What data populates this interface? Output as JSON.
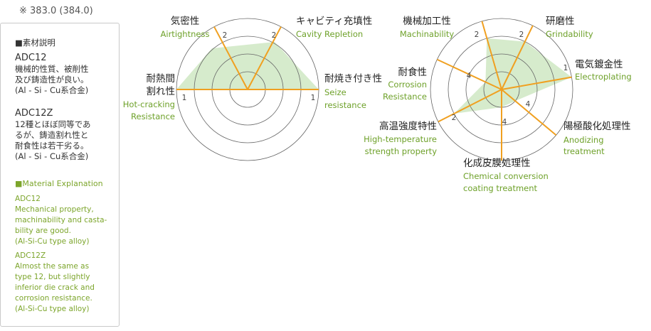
{
  "header": {
    "code": "※ 383.0 (384.0)"
  },
  "panel": {
    "jp_heading": "■素材説明",
    "jp_items": [
      {
        "name": "ADC12",
        "lines": [
          "機械的性質、被削性",
          "及び鋳造性が良い。",
          "(Al - Si - Cu系合金)"
        ]
      },
      {
        "name": "ADC12Z",
        "lines": [
          "12種とほぼ同等であ",
          "るが、鋳造割れ性と",
          "耐食性は若干劣る。",
          "(Al - Si - Cu系合金)"
        ]
      }
    ],
    "en_heading": "■Material Explanation",
    "en_items": [
      {
        "name": "ADC12",
        "lines": [
          "Mechanical property,",
          "machinability and casta-",
          "bility are good.",
          "(Al-Si-Cu type alloy)"
        ]
      },
      {
        "name": "ADC12Z",
        "lines": [
          "Almost the same as",
          "type 12, but slightly",
          "inferior die crack  and",
          "corrosion resistance.",
          "(Al-Si-Cu type alloy)"
        ]
      }
    ]
  },
  "chart_data": [
    {
      "type": "radar",
      "rings": 4,
      "axis_order_note": "",
      "axes": [
        {
          "jp": "気密性",
          "en": "Airtightness",
          "value": 2,
          "tick": "2"
        },
        {
          "jp": "キャビティ充填性",
          "en": "Cavity Repletion",
          "value": 2,
          "tick": "2"
        },
        {
          "jp": "耐焼き付き性",
          "en": "Seize resistance",
          "value": 1,
          "tick": "1"
        },
        {
          "jp": "耐熱間割れ性",
          "en": "Hot-cracking Resistance",
          "value": 1,
          "tick": "1"
        }
      ],
      "colors": {
        "axis": "#f0a020",
        "ring": "#666666",
        "fill": "#cfe8c3"
      }
    },
    {
      "type": "radar",
      "rings": 4,
      "axes": [
        {
          "jp": "機械加工性",
          "en": "Machinability",
          "value": 2,
          "tick": "2"
        },
        {
          "jp": "研磨性",
          "en": "Grindability",
          "value": 2,
          "tick": "2"
        },
        {
          "jp": "電気鍍金性",
          "en": "Electroplating",
          "value": 1,
          "tick": "1"
        },
        {
          "jp": "陽極酸化処理性",
          "en": "Anodizing treatment",
          "value": 4,
          "tick": "4"
        },
        {
          "jp": "化成皮膜処理性",
          "en": "Chemical conversion coating treatment",
          "value": 4,
          "tick": "4"
        },
        {
          "jp": "高温強度特性",
          "en": "High-temperature strength property",
          "value": 2,
          "tick": "2"
        },
        {
          "jp": "耐食性",
          "en": "Corrosion Resistance",
          "value": 4,
          "tick": "4"
        }
      ],
      "colors": {
        "axis": "#f0a020",
        "ring": "#666666",
        "fill": "#cfe8c3"
      }
    }
  ]
}
